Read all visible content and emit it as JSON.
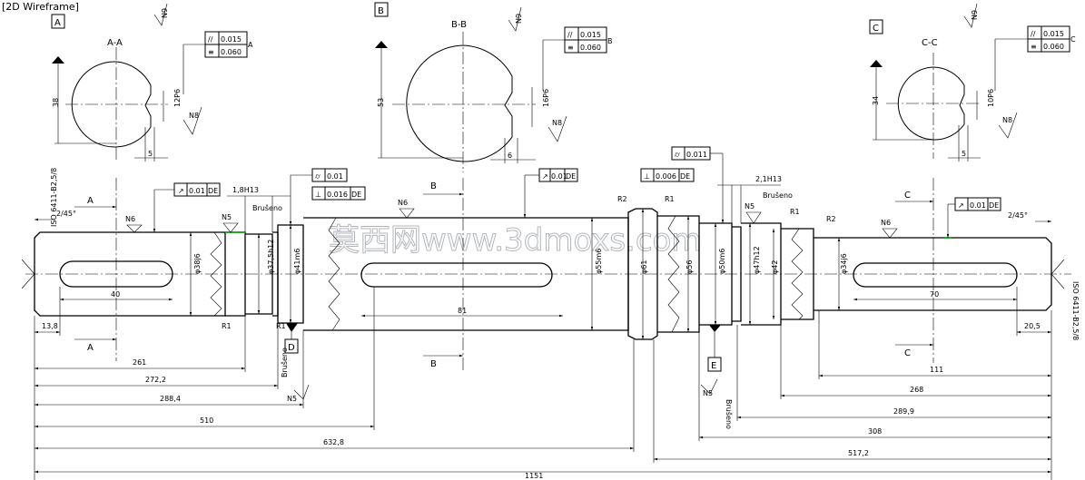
{
  "viewport_label": "[2D Wireframe]",
  "watermark": "莫西网www.3dmoxs.com",
  "datums": {
    "a": "A",
    "b": "B",
    "c": "C",
    "d": "D",
    "e": "E"
  },
  "section_views": {
    "aa": {
      "title": "A-A",
      "height": "38",
      "keyway_depth": "5",
      "key_width": "12P6",
      "roughness": "N8",
      "roughness_top": "N9",
      "tol_parallel": "0.015",
      "tol_sym": "0.060",
      "datum": "A"
    },
    "bb": {
      "title": "B-B",
      "height": "53",
      "keyway_depth": "6",
      "key_width": "16P6",
      "roughness": "N8",
      "roughness_top": "N9",
      "tol_parallel": "0.015",
      "tol_sym": "0.060",
      "datum": "B"
    },
    "cc": {
      "title": "C-C",
      "height": "34",
      "keyway_depth": "5",
      "key_width": "10P6",
      "roughness": "N8",
      "roughness_top": "N9",
      "tol_parallel": "0.015",
      "tol_sym": "0.060",
      "datum": "C"
    }
  },
  "tolerances": {
    "runout_left": "0.01",
    "runout_left_datum": "DE",
    "circ_runout": "0.01",
    "perp_left": "0.016",
    "perp_left_datum": "DE",
    "runout_mid": "0.01",
    "runout_mid_datum": "DE",
    "circ_right": "0.011",
    "perp_right": "0.006",
    "perp_right_datum": "DE",
    "runout_right": "0.01",
    "runout_right_datum": "DE"
  },
  "diameters": {
    "d1": "φ38j6",
    "d2": "φ37,5h12",
    "d3": "φ41m6",
    "d4": "φ55m6",
    "d5": "φ61",
    "d6": "φ56",
    "d7": "φ50m6",
    "d8": "φ47h12",
    "d9": "φ42",
    "d10": "φ34j6"
  },
  "labels": {
    "chamfer_left": "2/45°",
    "chamfer_right": "2/45°",
    "groove_left": "1,8H13",
    "groove_right": "2,1H13",
    "ground": "Brušeno",
    "n5": "N5",
    "n6": "N6",
    "r1": "R1",
    "r2": "R2",
    "center_hole_left": "ISO 6411-B2,5/8",
    "center_hole_right": "ISO 6411-B2,5/8",
    "section_a": "A",
    "section_b": "B",
    "section_c": "C"
  },
  "dimensions": {
    "key_left": "40",
    "key_mid": "81",
    "key_right": "70",
    "d13_8": "13,8",
    "d20_5": "20,5",
    "d261": "261",
    "d272_2": "272,2",
    "d288_4": "288,4",
    "d510": "510",
    "d632_8": "632,8",
    "d1151": "1151",
    "d111": "111",
    "d268": "268",
    "d289_9": "289,9",
    "d308": "308",
    "d517_2": "517,2"
  }
}
